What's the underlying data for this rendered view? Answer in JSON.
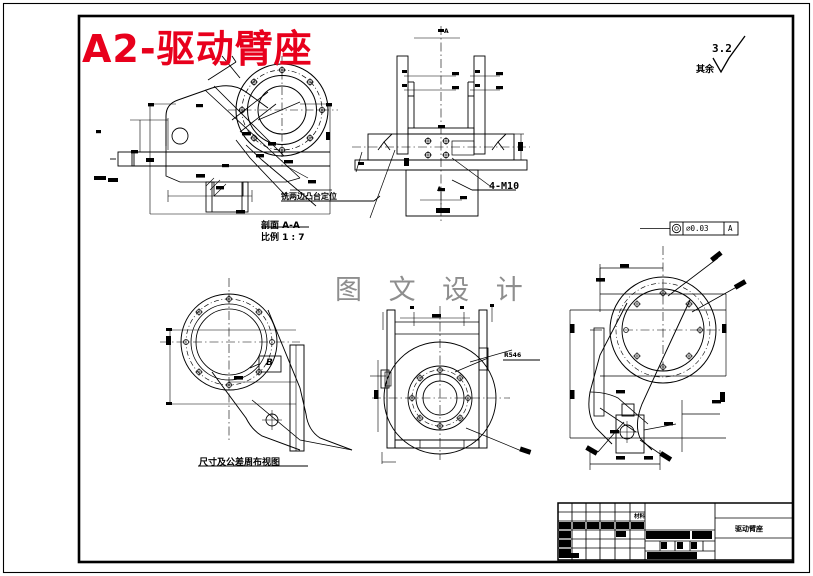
{
  "document": {
    "title": "A2-驱动臂座",
    "title_color": "#e8001c",
    "watermark": "图 文 设 计",
    "watermark_color": "#8e8e8e",
    "background": "#ffffff",
    "line_color": "#000000",
    "sheet_size": "A2"
  },
  "annotations": {
    "general_roughness_label": "其余",
    "general_roughness_value": "3.2",
    "section_note": "铣两边凸台定位",
    "section_label": "剖面 A-A",
    "scale_label": "比例 1 : 7",
    "thread_callout": "4-M10",
    "bottom_left_caption": "尺寸及公差周布视图",
    "detail_letter": "B",
    "section_letter_a": "A",
    "radius_note": "R546"
  },
  "tolerance_frame": {
    "symbol": "concentricity-icon",
    "value": "⌀0.03",
    "datum": "A"
  },
  "views": [
    {
      "name": "section-view-a-a",
      "caption": "剖面 A-A",
      "scale": "1 : 7",
      "position": "top-left"
    },
    {
      "name": "front-view",
      "caption": "",
      "position": "top-center"
    },
    {
      "name": "tolerance-distribution-view",
      "caption": "尺寸及公差周布视图",
      "position": "bottom-left"
    },
    {
      "name": "plan-section-view",
      "caption": "",
      "position": "bottom-center"
    },
    {
      "name": "dimensioned-side-view",
      "caption": "",
      "position": "bottom-right"
    }
  ],
  "title_block": {
    "part_name": "驱动臂座",
    "material_cell": "材料",
    "rows": 6,
    "cols": 6
  }
}
